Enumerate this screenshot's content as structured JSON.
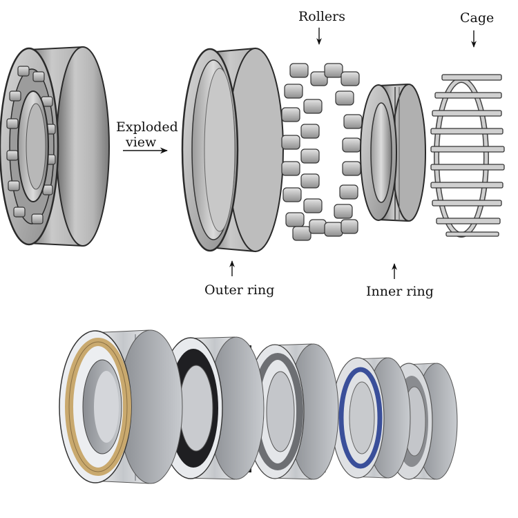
{
  "labels": {
    "rollers": "Rollers",
    "cage": "Cage",
    "exploded_line1": "Exploded",
    "exploded_line2": "view",
    "outer_ring": "Outer ring",
    "inner_ring": "Inner ring"
  },
  "colors": {
    "metal_light": "#e6e6e6",
    "metal_mid": "#a8a8a8",
    "metal_dark": "#4a4a4a",
    "brass_cage": "#c9a96e",
    "blue_cage": "#3a4f9a",
    "outline": "#2a2a2a"
  }
}
